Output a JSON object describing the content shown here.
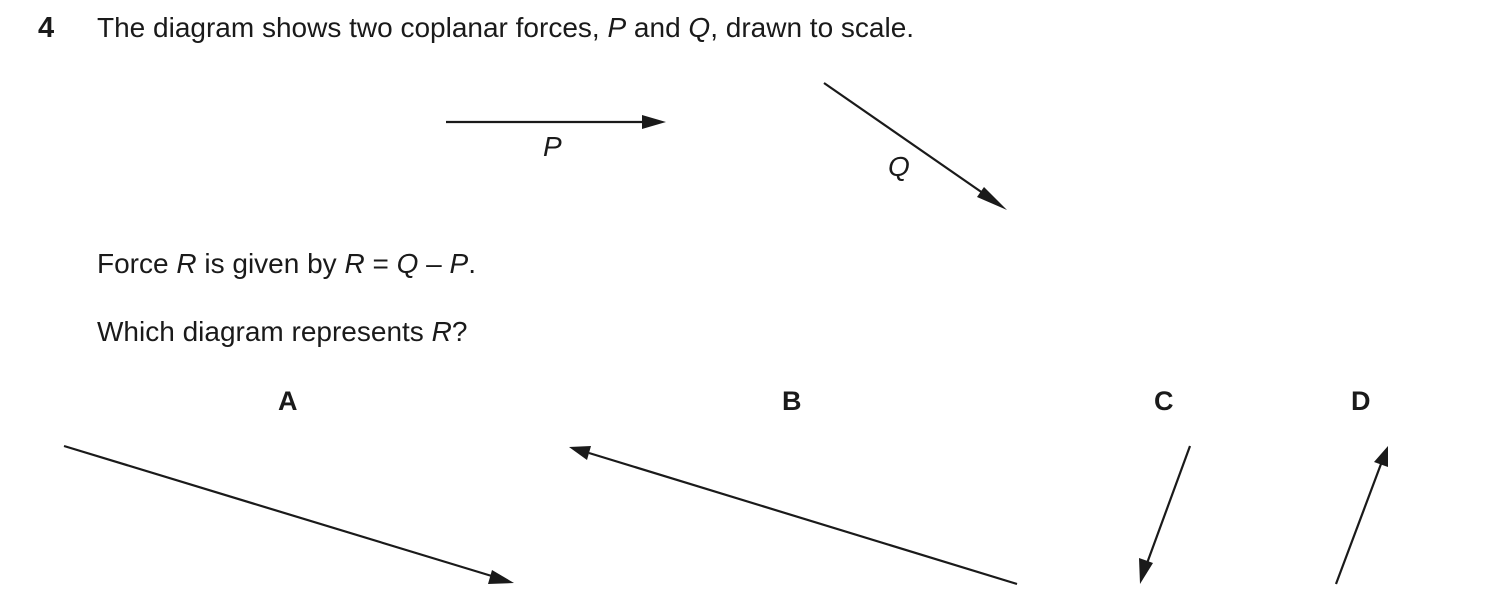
{
  "question": {
    "number": "4",
    "line1": {
      "text1": "The diagram shows two coplanar forces, ",
      "p": "P",
      "text2": " and ",
      "q": "Q",
      "text3": ", drawn to scale."
    },
    "line2": {
      "text1": "Force ",
      "r1": "R",
      "text2": " is given by ",
      "r2": "R",
      "text3": " = ",
      "q": "Q",
      "text4": " – ",
      "p": "P",
      "text5": "."
    },
    "line3": {
      "text1": "Which diagram represents ",
      "r": "R",
      "text2": "?"
    }
  },
  "force_labels": {
    "p": "P",
    "q": "Q"
  },
  "options": {
    "a": "A",
    "b": "B",
    "c": "C",
    "d": "D"
  }
}
